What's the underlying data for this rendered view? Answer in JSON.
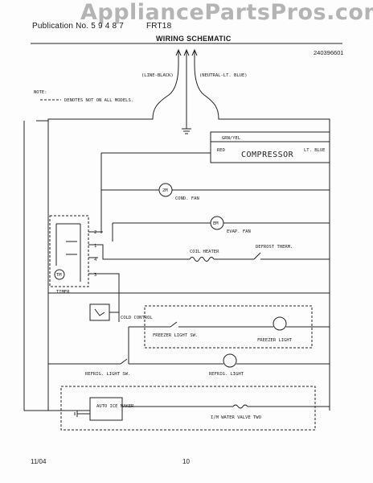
{
  "header": {
    "publication_label": "Publication No.",
    "publication_number": "5 9 4 8 7",
    "model_fragment": "FRT18",
    "title": "WIRING SCHEMATIC"
  },
  "watermark": "AppliancePartsPros.com",
  "doc_id": "240396601",
  "footer": {
    "date": "11/04",
    "page": "10"
  },
  "diagram": {
    "note_label": "NOTE:",
    "note_text": "DENOTES NOT ON ALL MODELS.",
    "line_label": "(LINE-BLACK)",
    "neutral_label": "(NEUTRAL-LT. BLUE)",
    "compressor": {
      "label": "COMPRESSOR",
      "wire_top": "GRN/YEL",
      "wire_left": "RED",
      "wire_right": "LT. BLUE"
    },
    "cond_fan": {
      "symbol": "2M",
      "label": "COND. FAN"
    },
    "evap_fan": {
      "symbol": "EM",
      "label": "EVAP. FAN"
    },
    "coil_heater": "COIL HEATER",
    "defrost_therm": "DEFROST THERM.",
    "timer": {
      "label": "TIMER",
      "motor": "TM",
      "terminals": [
        "2",
        "1",
        "4",
        "3"
      ]
    },
    "cold_control": "COLD CONTROL",
    "freezer_light_sw": "FREEZER LIGHT SW.",
    "freezer_light": "FREEZER LIGHT",
    "refrig_light_sw": "REFRIG. LIGHT SW.",
    "refrig_light": "REFRIG. LIGHT",
    "ice_maker": "AUTO ICE MAKER",
    "water_valve": "I/M WATER VALVE TWO"
  }
}
